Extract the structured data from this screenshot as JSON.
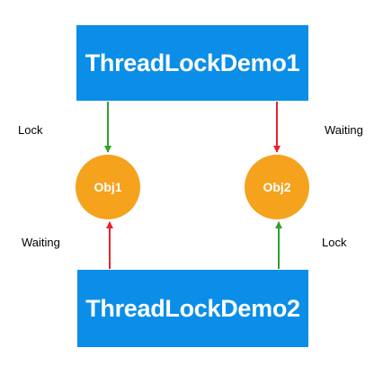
{
  "diagram": {
    "top_box": {
      "label": "ThreadLockDemo1"
    },
    "bottom_box": {
      "label": "ThreadLockDemo2"
    },
    "nodes": [
      {
        "label": "Obj1"
      },
      {
        "label": "Obj2"
      }
    ],
    "edge_labels": {
      "top_left": "Lock",
      "top_right": "Waiting",
      "bottom_left": "Waiting",
      "bottom_right": "Lock"
    },
    "colors": {
      "box": "#0a8ee8",
      "node": "#f5a21d",
      "lock_arrow": "#2ea22e",
      "waiting_arrow": "#e8242a"
    }
  }
}
